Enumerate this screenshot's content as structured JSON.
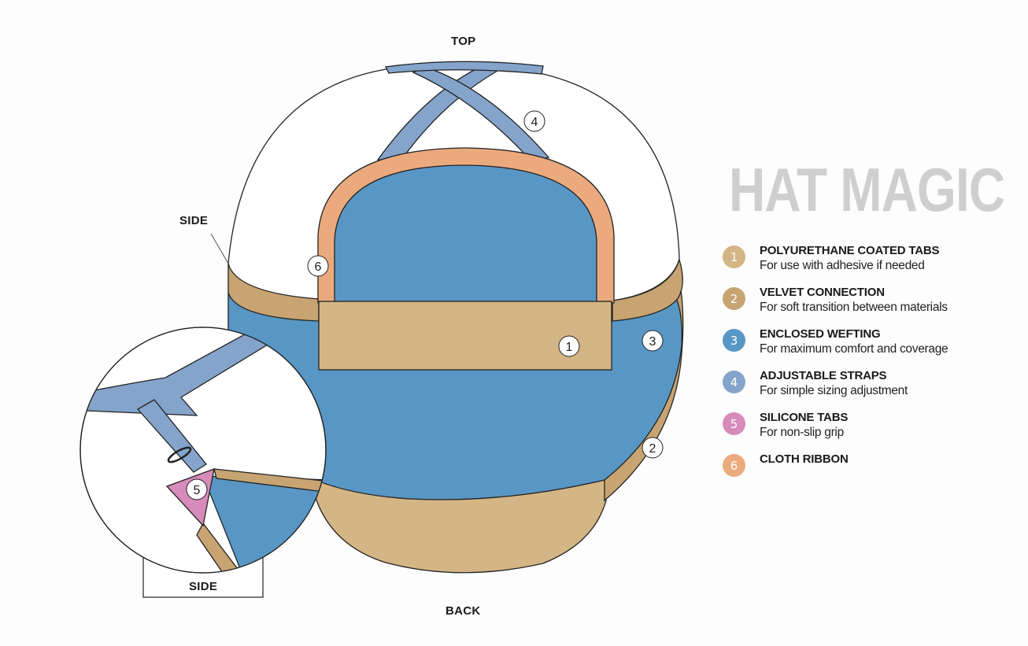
{
  "labels": {
    "top": "TOP",
    "back": "BACK",
    "side_main": "SIDE",
    "side_inset": "SIDE"
  },
  "brand": "HAT MAGIC",
  "colors": {
    "tan": "#d4b585",
    "velvet": "#c7a472",
    "mesh": "#5897c5",
    "strap": "#84a4cc",
    "silicone": "#d68bba",
    "ribbon": "#ebaa7d",
    "brand_gray": "#cfcfcf"
  },
  "callouts": [
    "1",
    "2",
    "3",
    "4",
    "5",
    "6"
  ],
  "legend": [
    {
      "num": "1",
      "title": "POLYURETHANE COATED TABS",
      "subtitle": "For use with adhesive if needed",
      "color": "#d4b585"
    },
    {
      "num": "2",
      "title": "VELVET CONNECTION",
      "subtitle": "For soft transition between materials",
      "color": "#c7a472"
    },
    {
      "num": "3",
      "title": "ENCLOSED WEFTING",
      "subtitle": "For maximum comfort and coverage",
      "color": "#5897c5"
    },
    {
      "num": "4",
      "title": "ADJUSTABLE STRAPS",
      "subtitle": "For simple sizing adjustment",
      "color": "#84a4cc"
    },
    {
      "num": "5",
      "title": "SILICONE TABS",
      "subtitle": "For non-slip grip",
      "color": "#d68bba"
    },
    {
      "num": "6",
      "title": "CLOTH RIBBON",
      "subtitle": "",
      "color": "#ebaa7d"
    }
  ]
}
